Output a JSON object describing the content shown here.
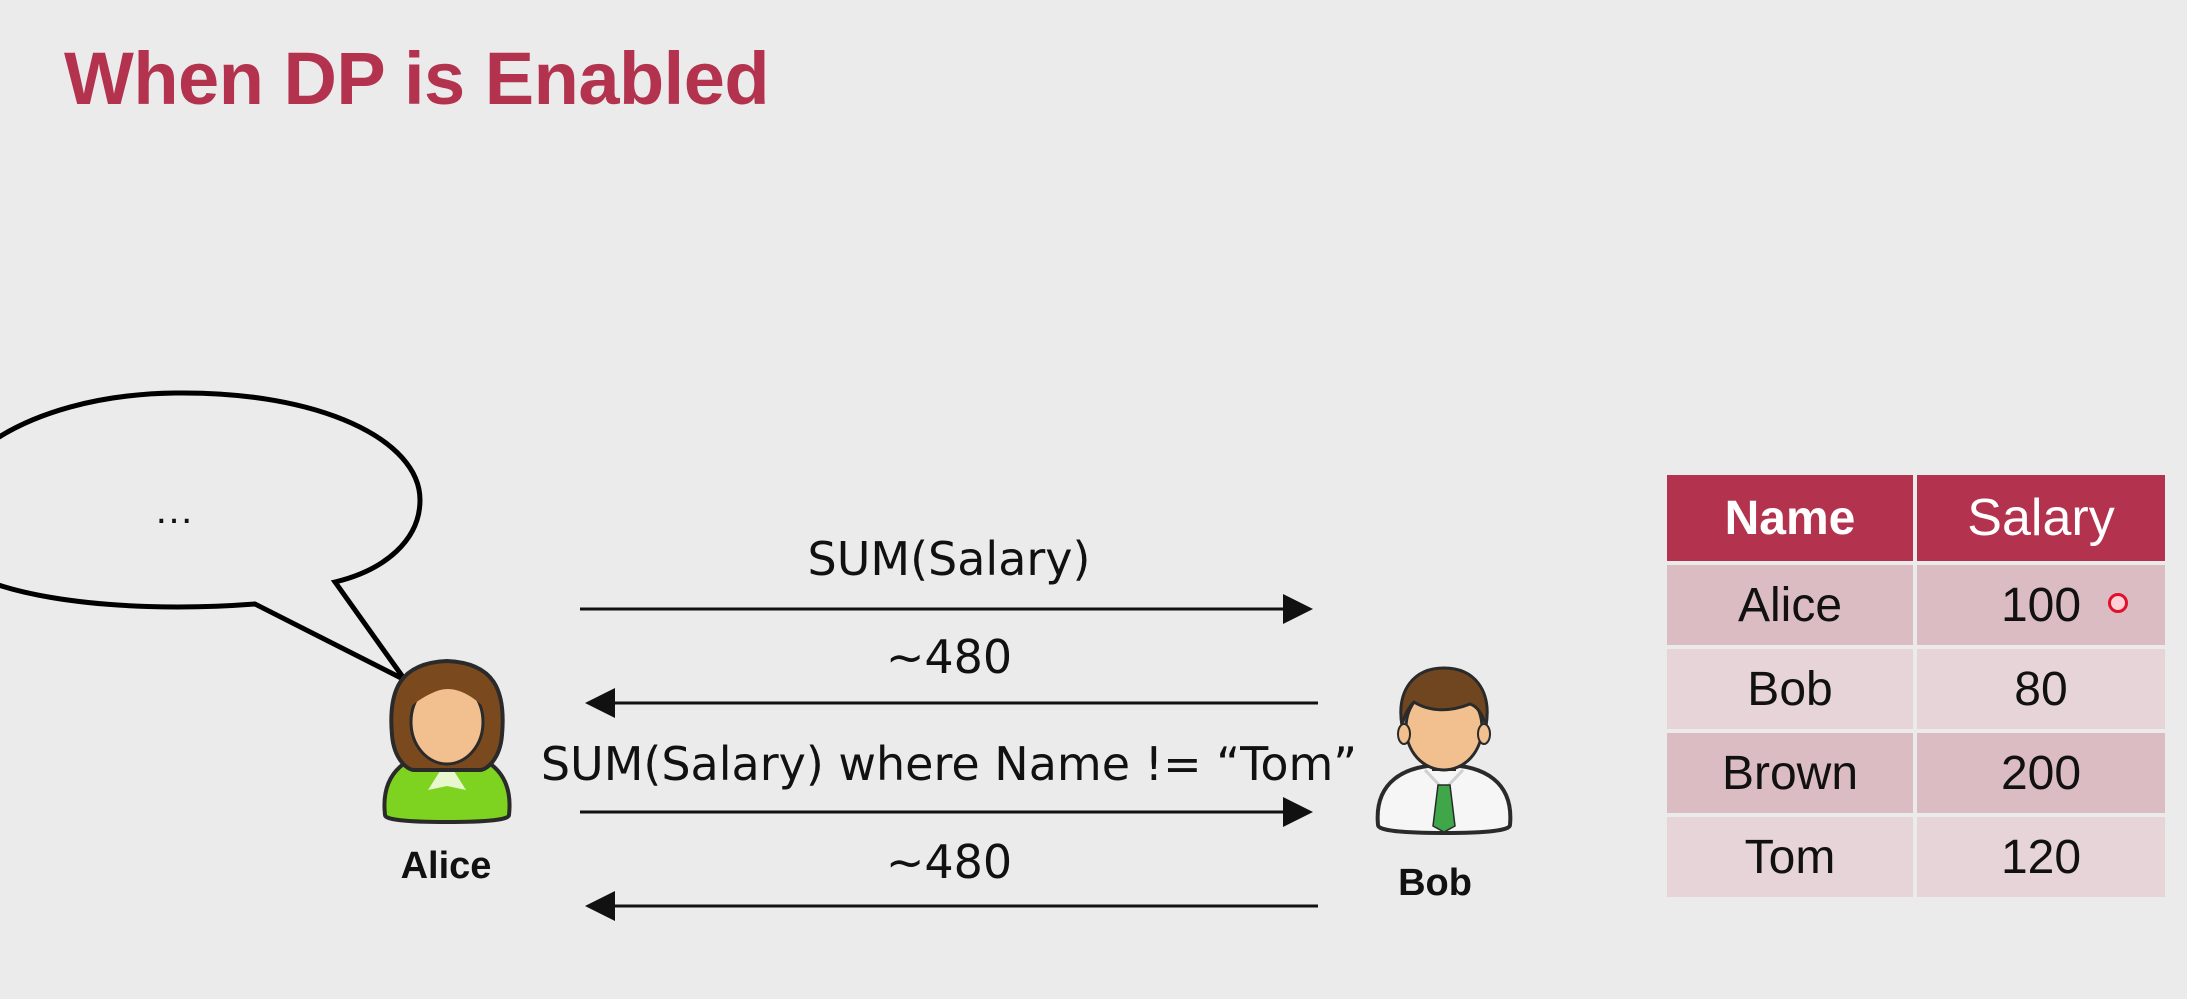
{
  "slide": {
    "title": "When DP is Enabled"
  },
  "speech_bubble": {
    "text": "…"
  },
  "messages": [
    {
      "label": "SUM(Salary)",
      "direction": "to-bob"
    },
    {
      "label": "~480",
      "direction": "to-alice"
    },
    {
      "label": "SUM(Salary) where Name != “Tom”",
      "direction": "to-bob"
    },
    {
      "label": "~480",
      "direction": "to-alice"
    }
  ],
  "people": {
    "alice": "Alice",
    "bob": "Bob"
  },
  "table": {
    "headers": [
      "Name",
      "Salary"
    ],
    "rows": [
      [
        "Alice",
        "100"
      ],
      [
        "Bob",
        "80"
      ],
      [
        "Brown",
        "200"
      ],
      [
        "Tom",
        "120"
      ]
    ]
  },
  "colors": {
    "accent": "#b3334f",
    "row_odd": "#dbbcc3",
    "row_even": "#e6d4d8"
  }
}
